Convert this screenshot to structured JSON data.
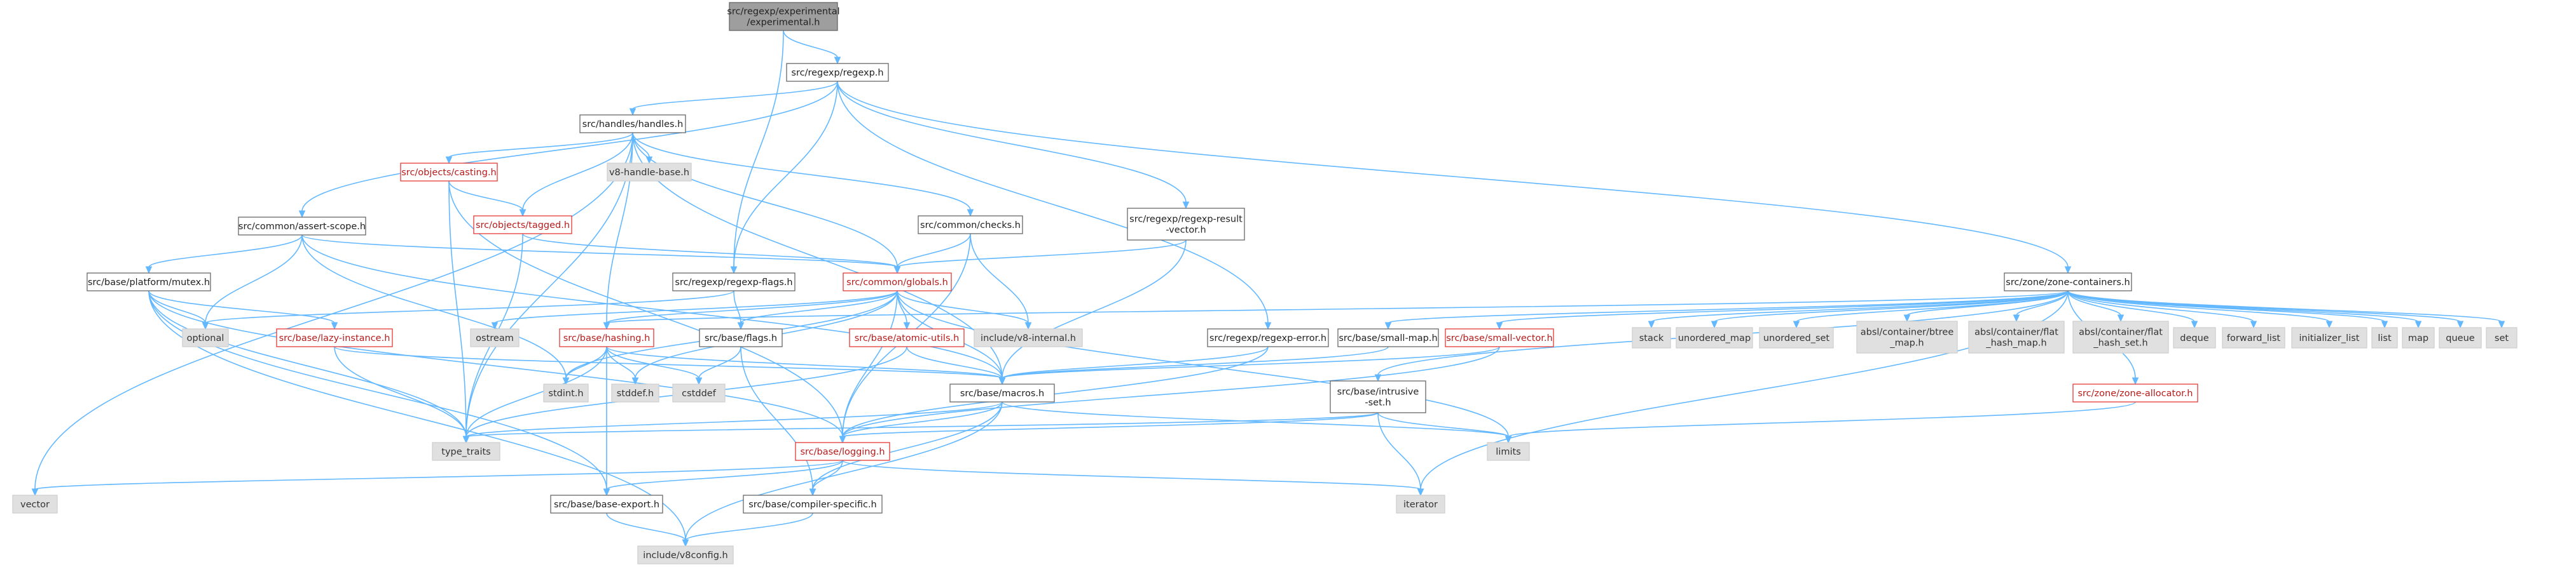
{
  "colors": {
    "root_fill": "#9e9e9e",
    "node_border": "#666666",
    "highlight_border": "#e53935",
    "external_fill": "#e0e0e0",
    "edge": "#63b8ff"
  },
  "nodes": [
    {
      "id": "experimental",
      "lines": [
        "src/regexp/experimental",
        "/experimental.h"
      ],
      "kind": "root"
    },
    {
      "id": "regexp",
      "lines": [
        "src/regexp/regexp.h"
      ],
      "kind": "normal"
    },
    {
      "id": "handles",
      "lines": [
        "src/handles/handles.h"
      ],
      "kind": "normal"
    },
    {
      "id": "casting",
      "lines": [
        "src/objects/casting.h"
      ],
      "kind": "red"
    },
    {
      "id": "v8handlebase",
      "lines": [
        "v8-handle-base.h"
      ],
      "kind": "ext"
    },
    {
      "id": "tagged",
      "lines": [
        "src/objects/tagged.h"
      ],
      "kind": "red"
    },
    {
      "id": "checks",
      "lines": [
        "src/common/checks.h"
      ],
      "kind": "normal"
    },
    {
      "id": "resultvector",
      "lines": [
        "src/regexp/regexp-result",
        "-vector.h"
      ],
      "kind": "normal"
    },
    {
      "id": "assertscope",
      "lines": [
        "src/common/assert-scope.h"
      ],
      "kind": "normal"
    },
    {
      "id": "globals",
      "lines": [
        "src/common/globals.h"
      ],
      "kind": "red"
    },
    {
      "id": "regexpflags",
      "lines": [
        "src/regexp/regexp-flags.h"
      ],
      "kind": "normal"
    },
    {
      "id": "mutex",
      "lines": [
        "src/base/platform/mutex.h"
      ],
      "kind": "normal"
    },
    {
      "id": "optional",
      "lines": [
        "optional"
      ],
      "kind": "ext"
    },
    {
      "id": "lazyinstance",
      "lines": [
        "src/base/lazy-instance.h"
      ],
      "kind": "red"
    },
    {
      "id": "ostream",
      "lines": [
        "ostream"
      ],
      "kind": "ext"
    },
    {
      "id": "hashing",
      "lines": [
        "src/base/hashing.h"
      ],
      "kind": "red"
    },
    {
      "id": "baseflags",
      "lines": [
        "src/base/flags.h"
      ],
      "kind": "normal"
    },
    {
      "id": "atomicutils",
      "lines": [
        "src/base/atomic-utils.h"
      ],
      "kind": "red"
    },
    {
      "id": "v8internal",
      "lines": [
        "include/v8-internal.h"
      ],
      "kind": "ext"
    },
    {
      "id": "regexperror",
      "lines": [
        "src/regexp/regexp-error.h"
      ],
      "kind": "normal"
    },
    {
      "id": "zonecontainers",
      "lines": [
        "src/zone/zone-containers.h"
      ],
      "kind": "normal"
    },
    {
      "id": "stack",
      "lines": [
        "stack"
      ],
      "kind": "ext"
    },
    {
      "id": "unordered_map",
      "lines": [
        "unordered_map"
      ],
      "kind": "ext"
    },
    {
      "id": "unordered_set",
      "lines": [
        "unordered_set"
      ],
      "kind": "ext"
    },
    {
      "id": "btree",
      "lines": [
        "absl/container/btree",
        "_map.h"
      ],
      "kind": "ext"
    },
    {
      "id": "flathashmap",
      "lines": [
        "absl/container/flat",
        "_hash_map.h"
      ],
      "kind": "ext"
    },
    {
      "id": "flathashset",
      "lines": [
        "absl/container/flat",
        "_hash_set.h"
      ],
      "kind": "ext"
    },
    {
      "id": "deque",
      "lines": [
        "deque"
      ],
      "kind": "ext"
    },
    {
      "id": "forward_list",
      "lines": [
        "forward_list"
      ],
      "kind": "ext"
    },
    {
      "id": "initializer_list",
      "lines": [
        "initializer_list"
      ],
      "kind": "ext"
    },
    {
      "id": "list",
      "lines": [
        "list"
      ],
      "kind": "ext"
    },
    {
      "id": "map",
      "lines": [
        "map"
      ],
      "kind": "ext"
    },
    {
      "id": "queue",
      "lines": [
        "queue"
      ],
      "kind": "ext"
    },
    {
      "id": "set",
      "lines": [
        "set"
      ],
      "kind": "ext"
    },
    {
      "id": "smallmap",
      "lines": [
        "src/base/small-map.h"
      ],
      "kind": "normal"
    },
    {
      "id": "smallvector",
      "lines": [
        "src/base/small-vector.h"
      ],
      "kind": "red"
    },
    {
      "id": "stdint",
      "lines": [
        "stdint.h"
      ],
      "kind": "ext"
    },
    {
      "id": "stddef",
      "lines": [
        "stddef.h"
      ],
      "kind": "ext"
    },
    {
      "id": "cstddef",
      "lines": [
        "cstddef"
      ],
      "kind": "ext"
    },
    {
      "id": "macros",
      "lines": [
        "src/base/macros.h"
      ],
      "kind": "normal"
    },
    {
      "id": "intrusiveset",
      "lines": [
        "src/base/intrusive",
        "-set.h"
      ],
      "kind": "normal"
    },
    {
      "id": "zoneallocator",
      "lines": [
        "src/zone/zone-allocator.h"
      ],
      "kind": "red"
    },
    {
      "id": "typetraits",
      "lines": [
        "type_traits"
      ],
      "kind": "ext"
    },
    {
      "id": "logging",
      "lines": [
        "src/base/logging.h"
      ],
      "kind": "red"
    },
    {
      "id": "limits",
      "lines": [
        "limits"
      ],
      "kind": "ext"
    },
    {
      "id": "vector",
      "lines": [
        "vector"
      ],
      "kind": "ext"
    },
    {
      "id": "baseexport",
      "lines": [
        "src/base/base-export.h"
      ],
      "kind": "normal"
    },
    {
      "id": "compilerspecific",
      "lines": [
        "src/base/compiler-specific.h"
      ],
      "kind": "normal"
    },
    {
      "id": "iterator",
      "lines": [
        "iterator"
      ],
      "kind": "ext"
    },
    {
      "id": "v8config",
      "lines": [
        "include/v8config.h"
      ],
      "kind": "ext"
    }
  ],
  "edges": [
    [
      "experimental",
      "regexp"
    ],
    [
      "experimental",
      "regexpflags"
    ],
    [
      "regexp",
      "handles"
    ],
    [
      "regexp",
      "resultvector"
    ],
    [
      "regexp",
      "regexpflags"
    ],
    [
      "regexp",
      "regexperror"
    ],
    [
      "regexp",
      "zonecontainers"
    ],
    [
      "regexp",
      "assertscope"
    ],
    [
      "handles",
      "casting"
    ],
    [
      "handles",
      "v8handlebase"
    ],
    [
      "handles",
      "tagged"
    ],
    [
      "handles",
      "checks"
    ],
    [
      "handles",
      "globals"
    ],
    [
      "handles",
      "hashing"
    ],
    [
      "handles",
      "macros"
    ],
    [
      "handles",
      "typetraits"
    ],
    [
      "handles",
      "vector"
    ],
    [
      "casting",
      "tagged"
    ],
    [
      "casting",
      "logging"
    ],
    [
      "casting",
      "typetraits"
    ],
    [
      "tagged",
      "globals"
    ],
    [
      "tagged",
      "typetraits"
    ],
    [
      "checks",
      "globals"
    ],
    [
      "checks",
      "v8internal"
    ],
    [
      "checks",
      "logging"
    ],
    [
      "resultvector",
      "globals"
    ],
    [
      "resultvector",
      "macros"
    ],
    [
      "assertscope",
      "mutex"
    ],
    [
      "assertscope",
      "globals"
    ],
    [
      "assertscope",
      "macros"
    ],
    [
      "assertscope",
      "optional"
    ],
    [
      "assertscope",
      "stdint"
    ],
    [
      "mutex",
      "lazyinstance"
    ],
    [
      "mutex",
      "optional"
    ],
    [
      "mutex",
      "logging"
    ],
    [
      "mutex",
      "baseexport"
    ],
    [
      "mutex",
      "v8config"
    ],
    [
      "mutex",
      "typetraits"
    ],
    [
      "lazyinstance",
      "macros"
    ],
    [
      "lazyinstance",
      "typetraits"
    ],
    [
      "regexpflags",
      "optional"
    ],
    [
      "regexpflags",
      "baseflags"
    ],
    [
      "globals",
      "ostream"
    ],
    [
      "globals",
      "hashing"
    ],
    [
      "globals",
      "baseflags"
    ],
    [
      "globals",
      "atomicutils"
    ],
    [
      "globals",
      "v8internal"
    ],
    [
      "globals",
      "macros"
    ],
    [
      "globals",
      "logging"
    ],
    [
      "globals",
      "limits"
    ],
    [
      "globals",
      "stdint"
    ],
    [
      "globals",
      "stddef"
    ],
    [
      "hashing",
      "stdint"
    ],
    [
      "hashing",
      "stddef"
    ],
    [
      "hashing",
      "cstddef"
    ],
    [
      "hashing",
      "typetraits"
    ],
    [
      "hashing",
      "baseexport"
    ],
    [
      "hashing",
      "macros"
    ],
    [
      "baseflags",
      "cstddef"
    ],
    [
      "baseflags",
      "compilerspecific"
    ],
    [
      "atomicutils",
      "macros"
    ],
    [
      "atomicutils",
      "typetraits"
    ],
    [
      "regexperror",
      "macros"
    ],
    [
      "regexperror",
      "logging"
    ],
    [
      "zonecontainers",
      "stack"
    ],
    [
      "zonecontainers",
      "unordered_map"
    ],
    [
      "zonecontainers",
      "unordered_set"
    ],
    [
      "zonecontainers",
      "btree"
    ],
    [
      "zonecontainers",
      "flathashmap"
    ],
    [
      "zonecontainers",
      "flathashset"
    ],
    [
      "zonecontainers",
      "deque"
    ],
    [
      "zonecontainers",
      "forward_list"
    ],
    [
      "zonecontainers",
      "initializer_list"
    ],
    [
      "zonecontainers",
      "list"
    ],
    [
      "zonecontainers",
      "map"
    ],
    [
      "zonecontainers",
      "queue"
    ],
    [
      "zonecontainers",
      "set"
    ],
    [
      "zonecontainers",
      "smallmap"
    ],
    [
      "zonecontainers",
      "smallvector"
    ],
    [
      "zonecontainers",
      "intrusiveset"
    ],
    [
      "zonecontainers",
      "zoneallocator"
    ],
    [
      "zonecontainers",
      "iterator"
    ],
    [
      "zonecontainers",
      "hashing"
    ],
    [
      "smallmap",
      "macros"
    ],
    [
      "smallvector",
      "macros"
    ],
    [
      "smallvector",
      "logging"
    ],
    [
      "intrusiveset",
      "logging"
    ],
    [
      "intrusiveset",
      "iterator"
    ],
    [
      "intrusiveset",
      "limits"
    ],
    [
      "intrusiveset",
      "typetraits"
    ],
    [
      "zoneallocator",
      "limits"
    ],
    [
      "macros",
      "logging"
    ],
    [
      "macros",
      "compilerspecific"
    ],
    [
      "macros",
      "v8config"
    ],
    [
      "macros",
      "typetraits"
    ],
    [
      "macros",
      "limits"
    ],
    [
      "logging",
      "baseexport"
    ],
    [
      "logging",
      "compilerspecific"
    ],
    [
      "logging",
      "iterator"
    ],
    [
      "logging",
      "vector"
    ],
    [
      "baseexport",
      "v8config"
    ],
    [
      "compilerspecific",
      "v8config"
    ]
  ]
}
